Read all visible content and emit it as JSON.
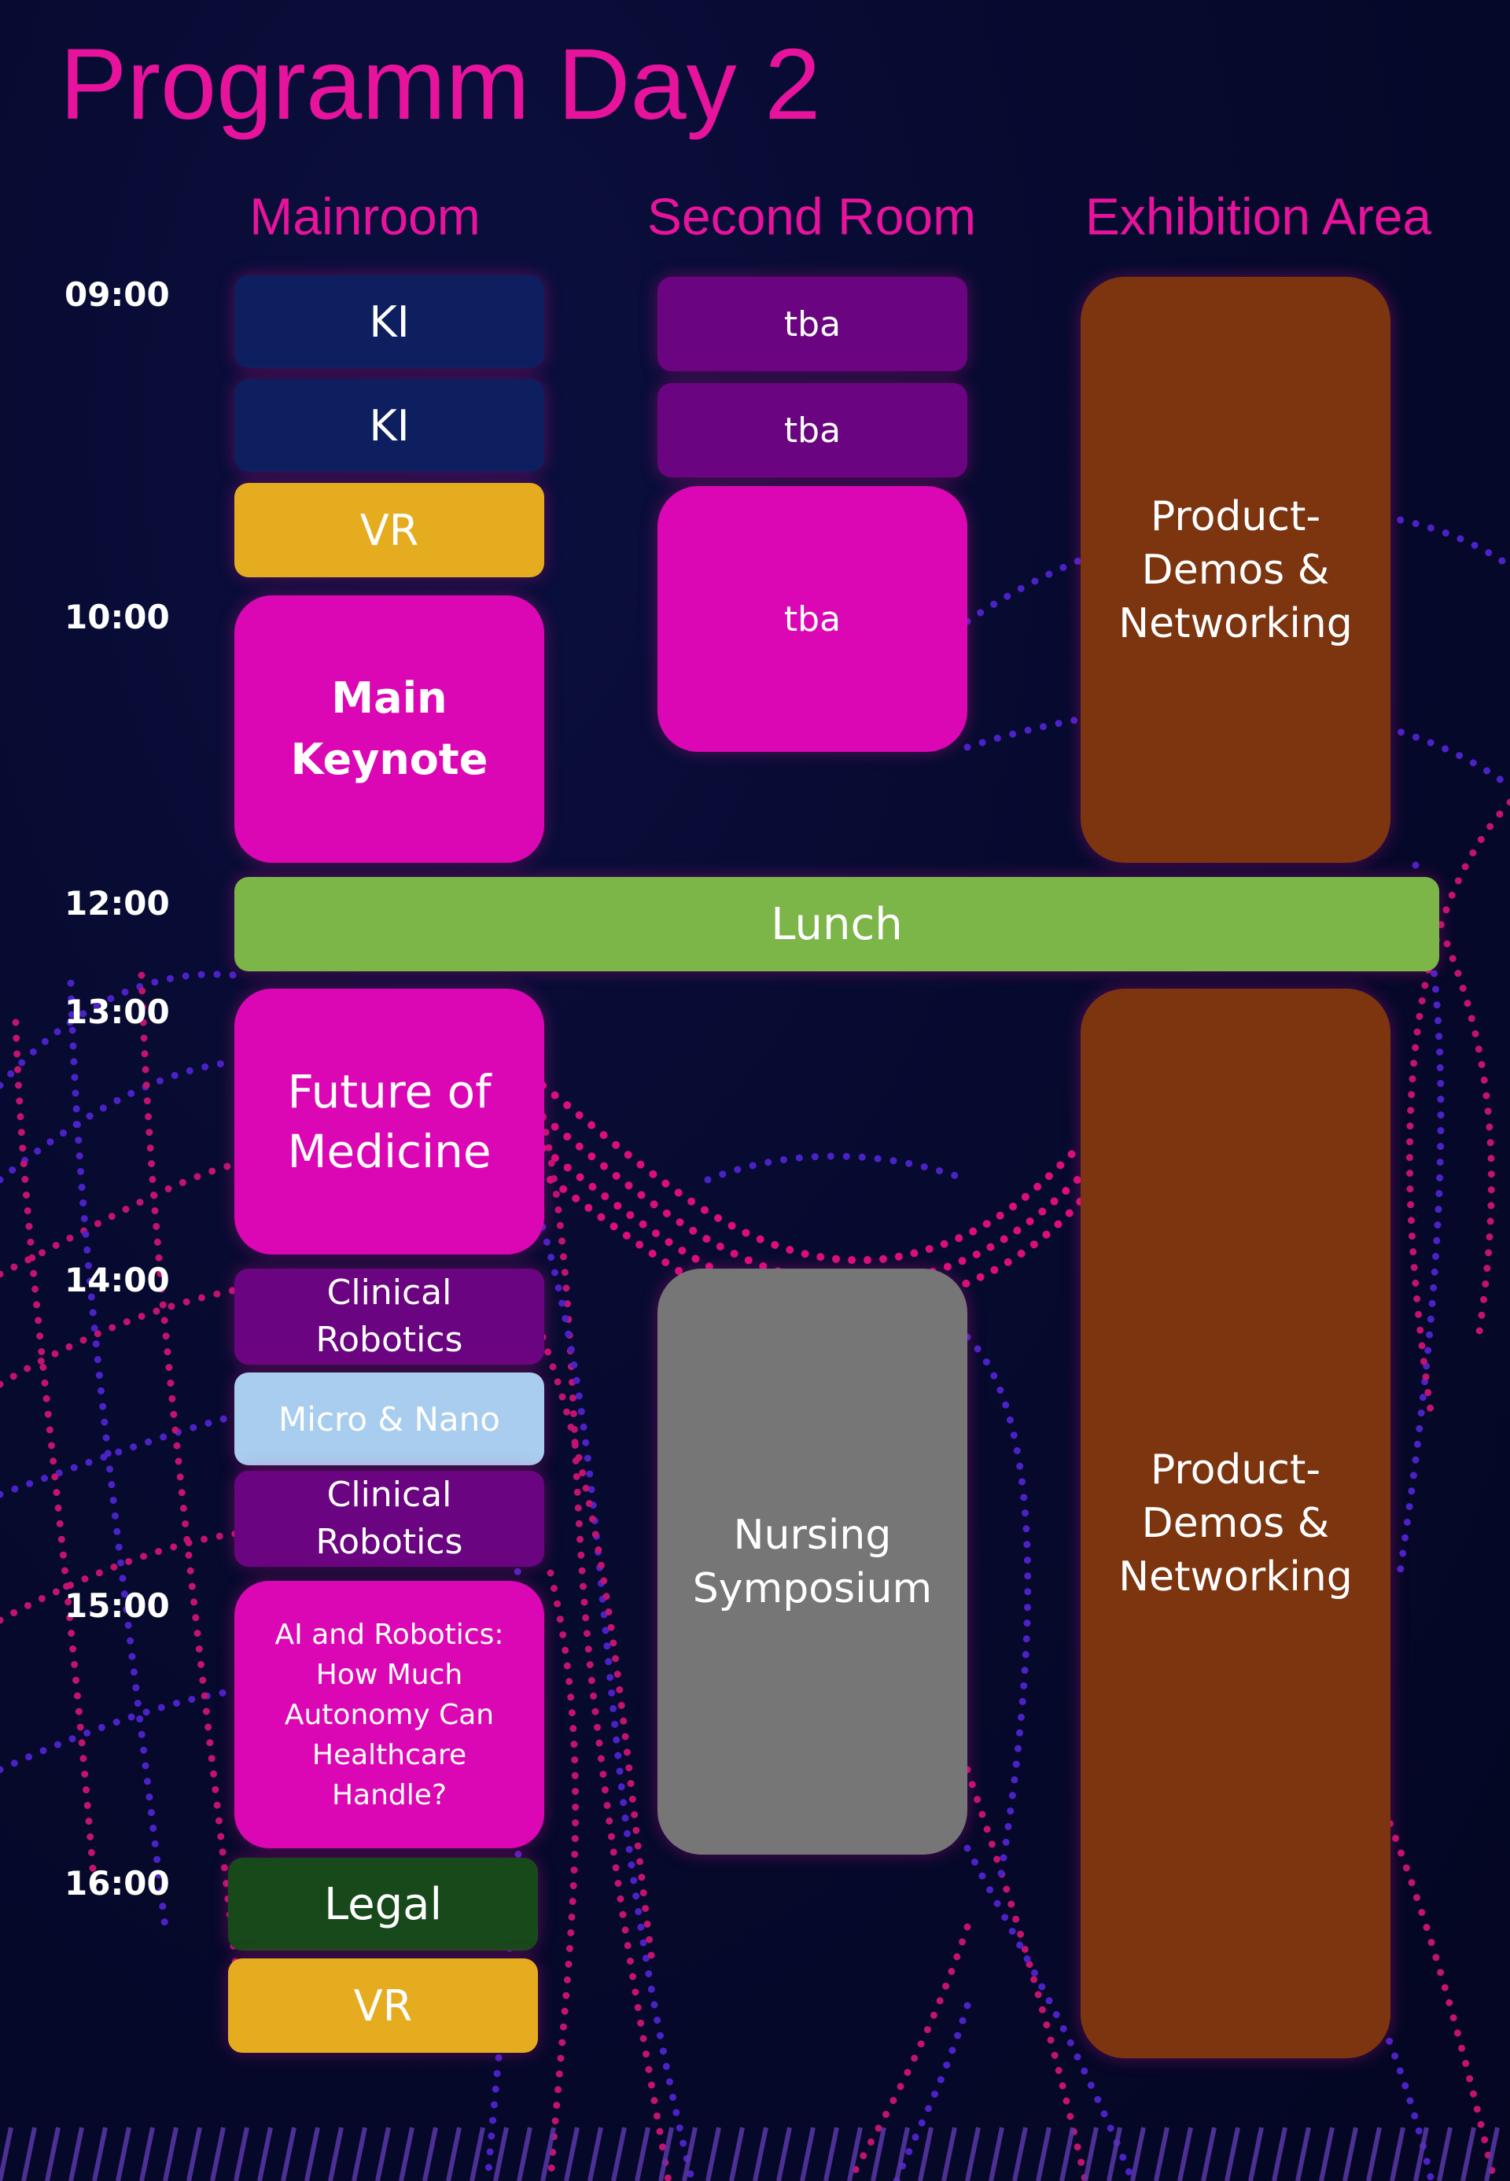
{
  "title": "Programm Day 2",
  "columns": [
    "Mainroom",
    "Second Room",
    "Exhibition Area"
  ],
  "times": [
    "09:00",
    "10:00",
    "12:00",
    "13:00",
    "14:00",
    "15:00",
    "16:00"
  ],
  "colors": {
    "accent": "#e8139c",
    "background": "#060a2e",
    "navy": "#0d1f5e",
    "purple": "#6b0480",
    "amber": "#e5ac20",
    "magenta": "#dc07b4",
    "brown": "#7d3510",
    "green": "#7cb548",
    "light_blue": "#a8cdee",
    "gray": "#767676",
    "dark_green": "#17491a"
  },
  "sessions": {
    "ki_1": "KI",
    "ki_2": "KI",
    "vr_morning": "VR",
    "main_keynote": "Main\nKeynote",
    "tba_1": "tba",
    "tba_2": "tba",
    "tba_3": "tba",
    "exhibition_morning": "Product-\nDemos &\nNetworking",
    "lunch": "Lunch",
    "future_of_medicine": "Future of\nMedicine",
    "clinical_robotics_1": "Clinical\nRobotics",
    "micro_nano": "Micro & Nano",
    "clinical_robotics_2": "Clinical\nRobotics",
    "ai_robotics": "AI and Robotics:\nHow Much\nAutonomy Can\nHealthcare\nHandle?",
    "legal": "Legal",
    "vr_afternoon": "VR",
    "nursing_symposium": "Nursing\nSymposium",
    "exhibition_afternoon": "Product-\nDemos &\nNetworking"
  }
}
